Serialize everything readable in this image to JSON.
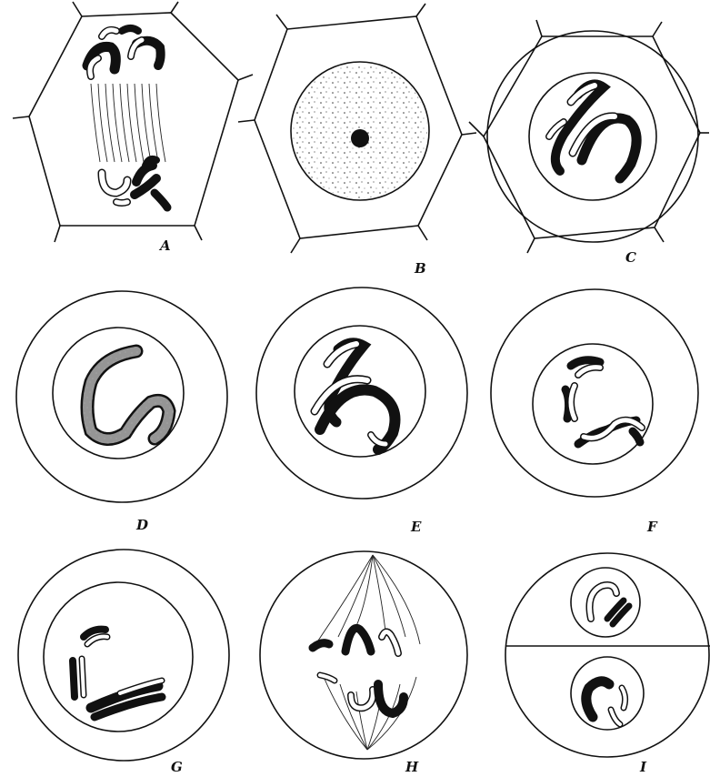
{
  "figure": {
    "panels": [
      {
        "id": "A",
        "label": "A"
      },
      {
        "id": "B",
        "label": "B"
      },
      {
        "id": "C",
        "label": "C"
      },
      {
        "id": "D",
        "label": "D"
      },
      {
        "id": "E",
        "label": "E"
      },
      {
        "id": "F",
        "label": "F"
      },
      {
        "id": "G",
        "label": "G"
      },
      {
        "id": "H",
        "label": "H"
      },
      {
        "id": "I",
        "label": "I"
      }
    ],
    "colors": {
      "ink": "#111111",
      "paper": "#ffffff"
    }
  }
}
